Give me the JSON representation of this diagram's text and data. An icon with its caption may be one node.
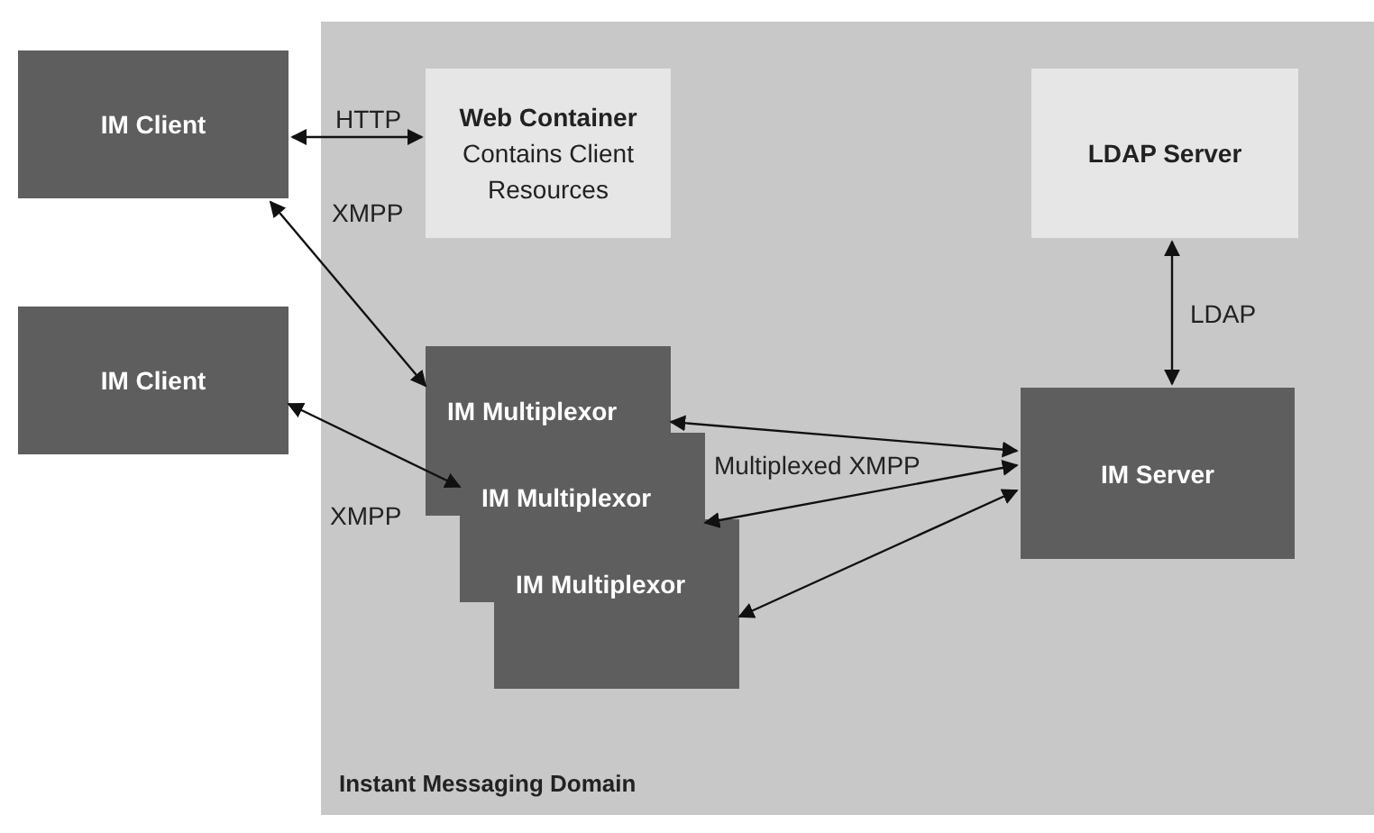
{
  "diagram": {
    "nodes": [
      {
        "text": [
          "Instant Messaging Domain"
        ]
      },
      {
        "text": [
          "IM Client"
        ]
      },
      {
        "text": [
          "IM Client"
        ]
      },
      {
        "text": [
          "Web Container",
          "Contains Client Resources"
        ],
        "in": 0
      },
      {
        "text": [
          "LDAP Server"
        ],
        "in": 0
      },
      {
        "text": [
          "IM Multiplexor"
        ],
        "in": 0
      },
      {
        "text": [
          "IM Multiplexor"
        ],
        "in": 0
      },
      {
        "text": [
          "IM Multiplexor"
        ],
        "in": 0
      },
      {
        "text": [
          "IM Server"
        ],
        "in": 0
      }
    ],
    "edges": [
      {
        "from": 1,
        "to": 3,
        "arrow": "both",
        "label": "HTTP"
      },
      {
        "from": 1,
        "to": 5,
        "arrow": "both",
        "label": "XMPP"
      },
      {
        "from": 2,
        "to": 6,
        "arrow": "both",
        "label": "XMPP"
      },
      {
        "from": 5,
        "to": 8,
        "arrow": "both",
        "label": "Multiplexed XMPP"
      },
      {
        "from": 6,
        "to": 8,
        "arrow": "both"
      },
      {
        "from": 7,
        "to": 8,
        "arrow": "both"
      },
      {
        "from": 4,
        "to": 8,
        "arrow": "both",
        "label": "LDAP"
      }
    ]
  }
}
